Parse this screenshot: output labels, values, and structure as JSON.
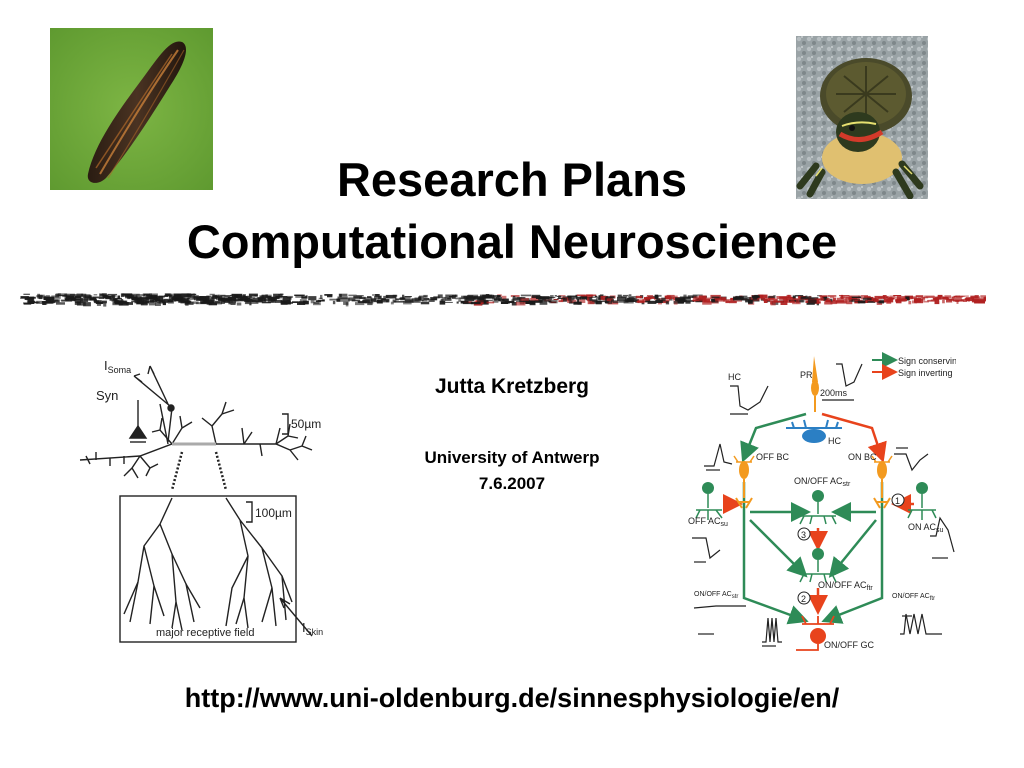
{
  "title": {
    "line1": "Research Plans",
    "line2": "Computational Neuroscience"
  },
  "author": "Jutta Kretzberg",
  "affiliation": "University of Antwerp",
  "date": "7.6.2007",
  "url": "http://www.uni-oldenburg.de/sinnesphysiologie/en/",
  "left_figure": {
    "i_soma": "I",
    "i_soma_sub": "Soma",
    "syn": "Syn",
    "scale_top": "50µm",
    "scale_bottom": "100µm",
    "field_label": "major receptive field",
    "i_skin": "I",
    "i_skin_sub": "Skin"
  },
  "right_figure": {
    "legend_conserving": "Sign conserving",
    "legend_inverting": "Sign inverting",
    "pr": "PR",
    "hc_trace": "HC",
    "time_scale": "200ms",
    "hc_cell": "HC",
    "off_bc": "OFF BC",
    "on_bc": "ON BC",
    "onoff_ac_str": "ON/OFF AC",
    "str_sub": "str",
    "off_ac_su": "OFF AC",
    "su_sub": "su",
    "on_ac_su": "ON AC",
    "onoff_ac_ftr": "ON/OFF AC",
    "ftr_sub": "ftr",
    "onoff_gc": "ON/OFF GC",
    "trace_str": "ON/OFF AC",
    "trace_ftr": "ON/OFF AC",
    "num1": "1",
    "num2": "2",
    "num3": "3"
  },
  "colors": {
    "green": "#2e8b57",
    "red": "#e8431c",
    "orange": "#f39a1f",
    "blue": "#2b7fc4",
    "leech_bg": "#6fa83a",
    "scribble_dark": "#1a1a1a",
    "scribble_red": "#b02020"
  }
}
